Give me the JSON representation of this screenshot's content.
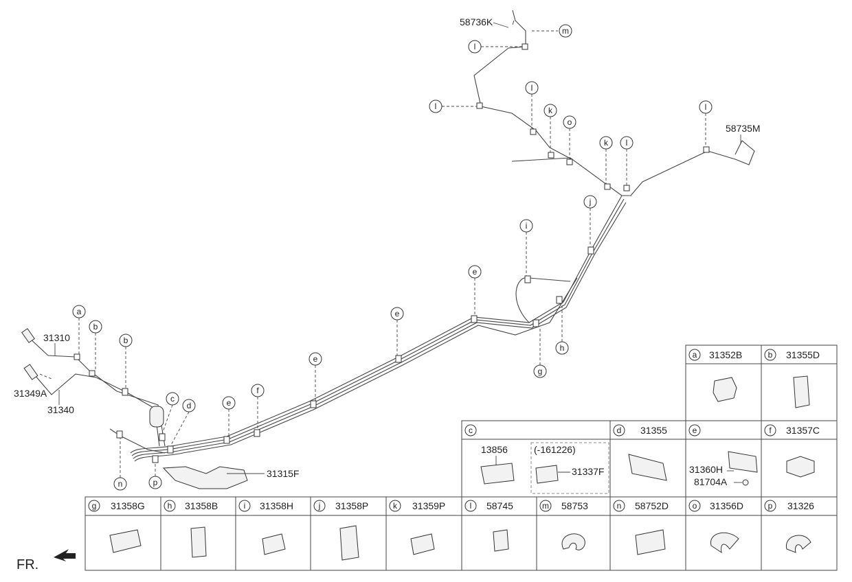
{
  "diagram": {
    "part_labels": {
      "p58736K": "58736K",
      "p58735M": "58735M",
      "p31310": "31310",
      "p31349A": "31349A",
      "p31340": "31340",
      "p31315F": "31315F"
    },
    "callouts": {
      "m": "m",
      "l": "l",
      "k": "k",
      "o": "o",
      "j": "j",
      "i": "i",
      "e": "e",
      "h": "h",
      "g": "g",
      "f": "f",
      "a": "a",
      "b": "b",
      "c": "c",
      "d": "d",
      "n": "n",
      "p": "p"
    }
  },
  "legend": {
    "cells": {
      "a": {
        "letter": "a",
        "part": "31352B"
      },
      "b": {
        "letter": "b",
        "part": "31355D"
      },
      "c": {
        "letter": "c",
        "part": "",
        "sub1": "13856",
        "note": "(-161226)",
        "sub2": "31337F"
      },
      "d": {
        "letter": "d",
        "part": "31355"
      },
      "e": {
        "letter": "e",
        "part": "",
        "sub1": "31360H",
        "sub2": "81704A"
      },
      "f": {
        "letter": "f",
        "part": "31357C"
      },
      "g": {
        "letter": "g",
        "part": "31358G"
      },
      "h": {
        "letter": "h",
        "part": "31358B"
      },
      "i": {
        "letter": "i",
        "part": "31358H"
      },
      "j": {
        "letter": "j",
        "part": "31358P"
      },
      "k": {
        "letter": "k",
        "part": "31359P"
      },
      "l": {
        "letter": "l",
        "part": "58745"
      },
      "m": {
        "letter": "m",
        "part": "58753"
      },
      "n": {
        "letter": "n",
        "part": "58752D"
      },
      "o": {
        "letter": "o",
        "part": "31356D"
      },
      "p": {
        "letter": "p",
        "part": "31326"
      }
    }
  },
  "footer": {
    "fr_label": "FR."
  }
}
